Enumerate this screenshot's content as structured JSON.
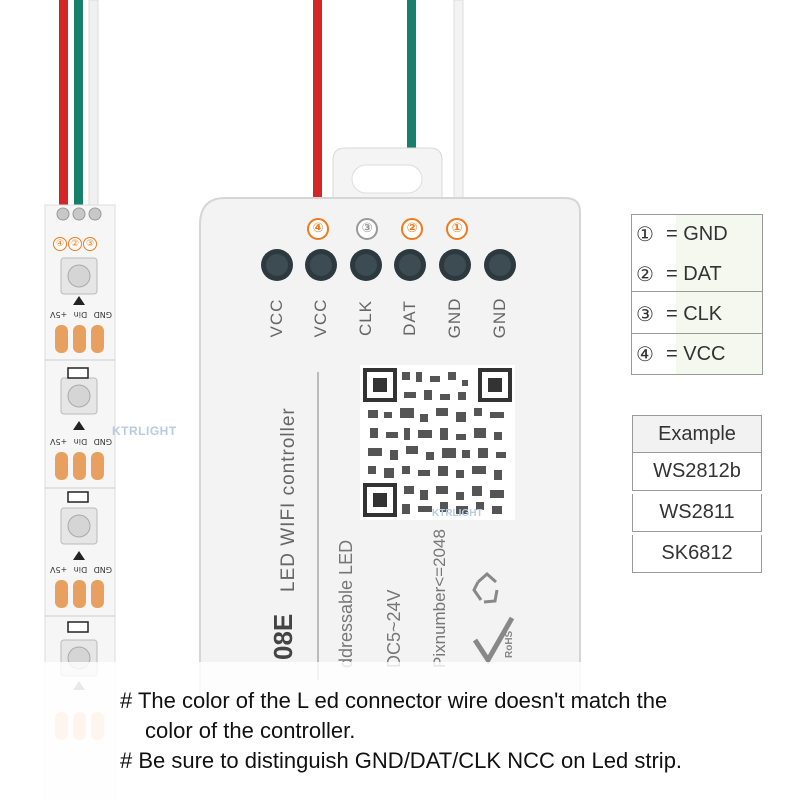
{
  "controller": {
    "pin_labels": [
      "④",
      "③",
      "②",
      "①"
    ],
    "terminal_labels": [
      "VCC",
      "VCC",
      "CLK",
      "DAT",
      "GND",
      "GND"
    ],
    "title_fragment": "08E",
    "product_text": "LED WIFI controller",
    "line1": "ddressable LED",
    "line2": "DC5~24V",
    "line3": "Pixnumber<=2048",
    "watermark": "KTRLIGHT",
    "rohs": "RoHS"
  },
  "strip": {
    "pad_labels": [
      "GND",
      "Din",
      "+5V"
    ],
    "top_pin_labels": [
      "④",
      "②",
      "③"
    ],
    "watermark": "KTRLIGHT"
  },
  "legend": {
    "items": [
      {
        "num": "①",
        "text": "= GND"
      },
      {
        "num": "②",
        "text": "= DAT"
      },
      {
        "num": "③",
        "text": "= CLK"
      },
      {
        "num": "④",
        "text": "= VCC"
      }
    ]
  },
  "examples": {
    "header": "Example",
    "items": [
      "WS2812b",
      "WS2811",
      "SK6812"
    ]
  },
  "notes": [
    "# The color of the L ed connector wire doesn't match the",
    "color of the controller.",
    "# Be sure to distinguish GND/DAT/CLK NCC on Led strip."
  ],
  "colors": {
    "orange": "#f07a1e",
    "gray_label": "#999999",
    "wire_red": "#d42626",
    "wire_green": "#16806a",
    "pad_orange": "#e8a060"
  }
}
